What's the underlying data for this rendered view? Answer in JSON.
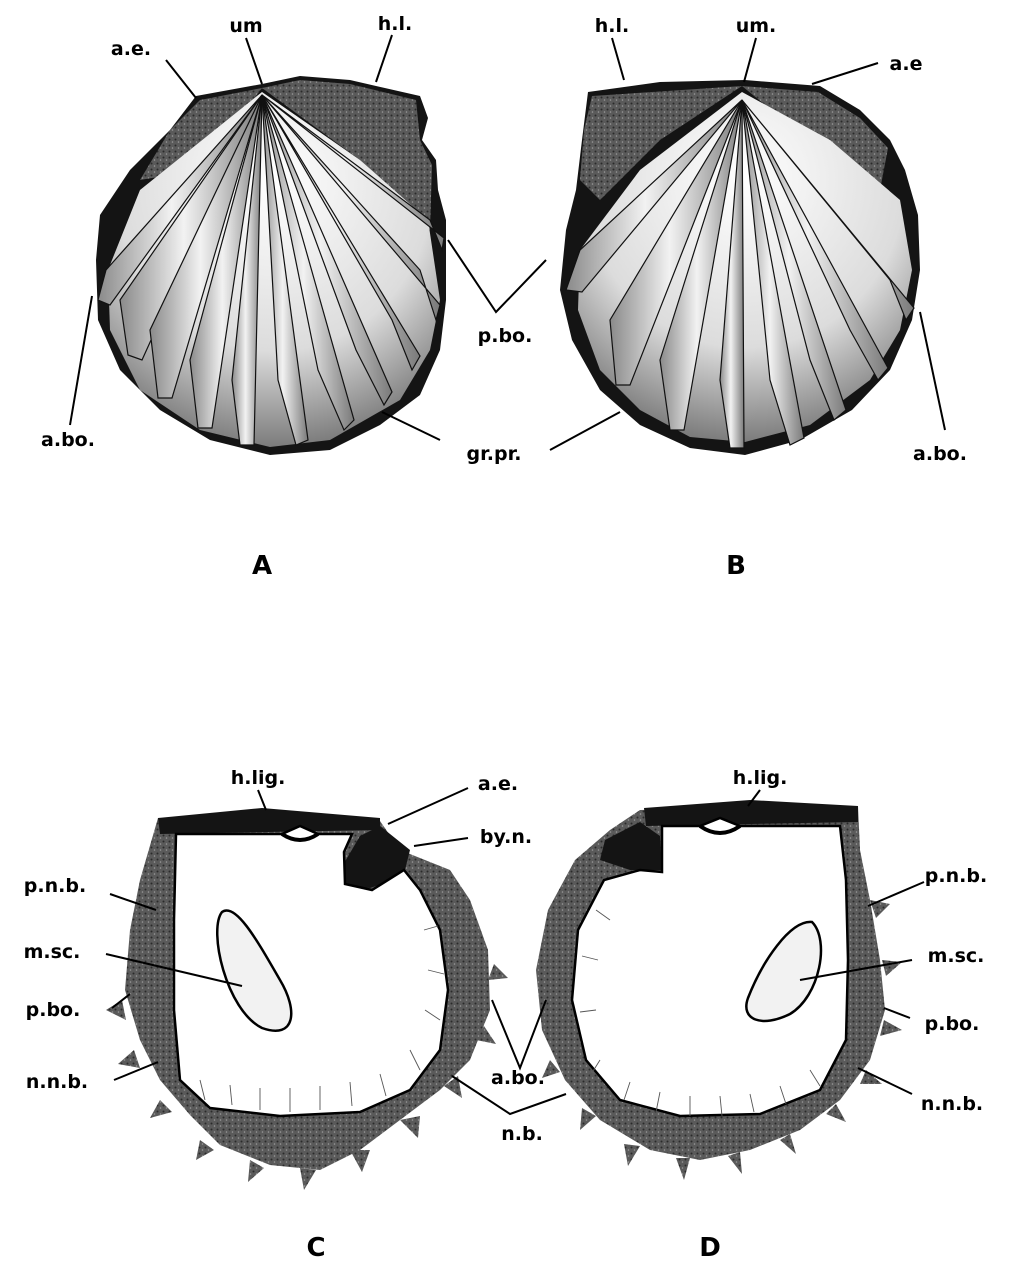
{
  "panels": {
    "A": {
      "title": "A",
      "labels": {
        "um": "um",
        "hl": "h.l.",
        "ae": "a.e.",
        "pbo": "p.bo.",
        "abo": "a.bo.",
        "grpr": "gr.pr."
      }
    },
    "B": {
      "title": "B",
      "labels": {
        "um": "um.",
        "hl": "h.l.",
        "ae": "a.e",
        "abo": "a.bo."
      }
    },
    "C": {
      "title": "C",
      "labels": {
        "hlig": "h.lig.",
        "ae": "a.e.",
        "byn": "by.n.",
        "pnb": "p.n.b.",
        "msc": "m.sc.",
        "pbo": "p.bo.",
        "nnb": "n.n.b.",
        "abo": "a.bo.",
        "nb": "n.b."
      }
    },
    "D": {
      "title": "D",
      "labels": {
        "hlig": "h.lig.",
        "pnb": "p.n.b.",
        "msc": "m.sc.",
        "pbo": "p.bo.",
        "nnb": "n.n.b."
      }
    }
  },
  "colors": {
    "ink": "#000000",
    "paper": "#ffffff",
    "shell_dark": "#141414"
  }
}
